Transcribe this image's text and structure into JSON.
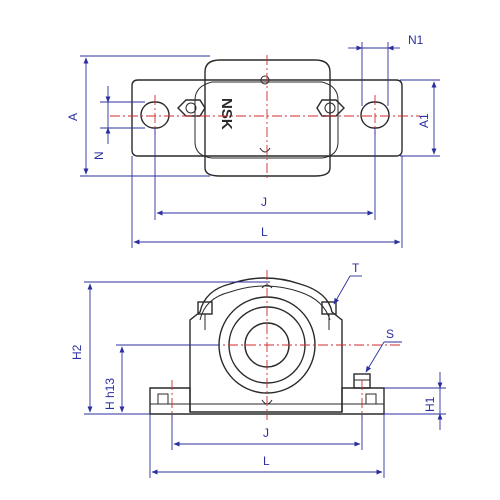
{
  "diagram": {
    "logo_text": "NSK",
    "top_view_labels": {
      "n1": "N1",
      "a": "A",
      "n": "N",
      "a1": "A1",
      "j": "J",
      "l": "L"
    },
    "front_view_labels": {
      "t": "T",
      "s": "S",
      "h2": "H2",
      "h": "H h13",
      "h1": "H1",
      "j": "J",
      "l": "L"
    },
    "colors": {
      "outline": "#2a2a2a",
      "dimension": "#2b2f9e",
      "centerline": "#d22b2b"
    }
  }
}
